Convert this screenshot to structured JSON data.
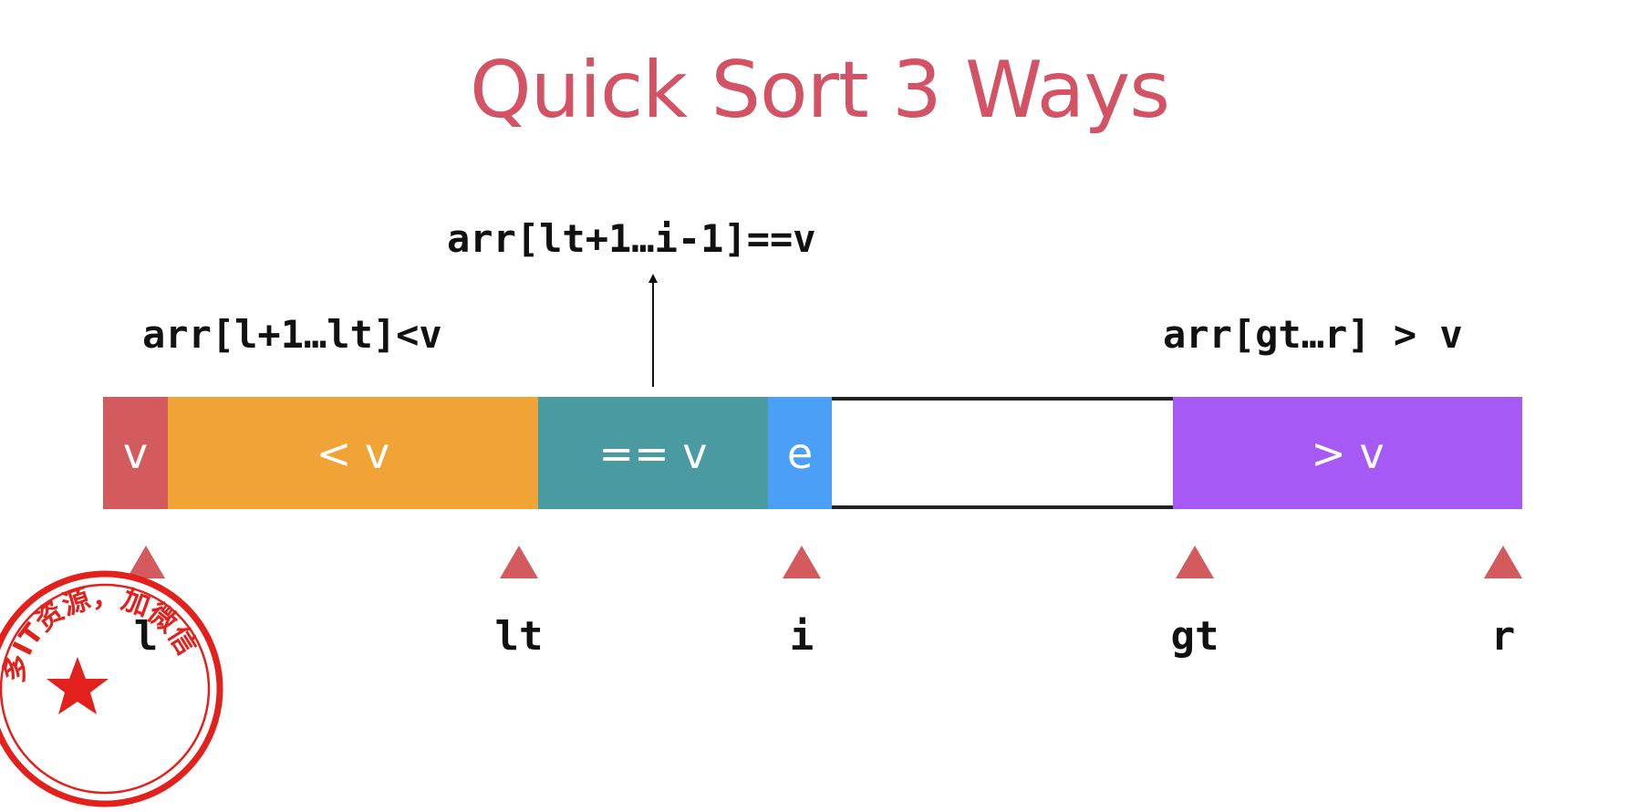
{
  "title": "Quick Sort 3 Ways",
  "annotations": {
    "equal_range": "arr[lt+1…i-1]==v",
    "less_range": "arr[l+1…lt]<v",
    "greater_range": "arr[gt…r] > v"
  },
  "segments": {
    "pivot": "v",
    "less": "< v",
    "equal": "== v",
    "current": "e",
    "unprocessed": "",
    "greater": "> v"
  },
  "pointers": {
    "l": "l",
    "lt": "lt",
    "i": "i",
    "gt": "gt",
    "r": "r"
  },
  "stamp": {
    "text": "多IT资源，加微信"
  },
  "colors": {
    "title": "#d35263",
    "pivot": "#d35a5d",
    "less": "#f2a335",
    "equal": "#4a9aa2",
    "current": "#4b9ff7",
    "greater": "#a659f5",
    "marker": "#d35a5d",
    "stamp": "#e3201c"
  }
}
